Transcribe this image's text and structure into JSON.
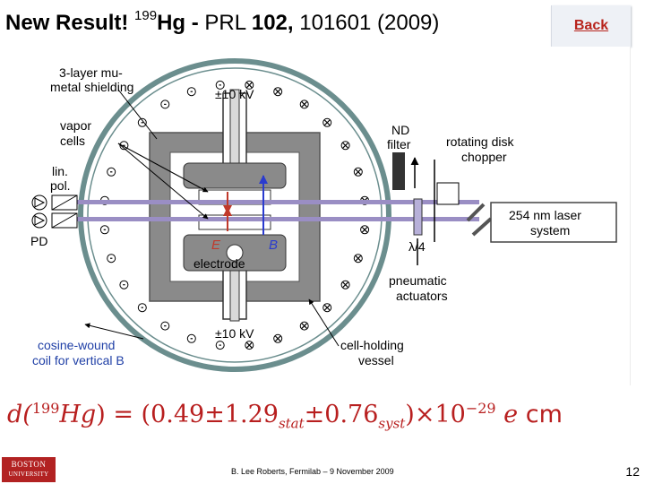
{
  "header": {
    "title_bold_prefix": "New Result! ",
    "isotope_mass": "199",
    "isotope_symbol": "Hg - ",
    "journal_plain": "PRL ",
    "volume": "102,",
    "article": " 101601 (2009)",
    "back_label": "Back"
  },
  "diagram": {
    "labels": {
      "shielding": "3-layer mu-metal shielding",
      "vapor_cells": "vapor cells",
      "lin_pol": "lin. pol.",
      "pd": "PD",
      "hv_top": "±10 kV",
      "hv_bottom": "±10 kV",
      "e_field": "E",
      "b_field": "B",
      "electrode": "electrode",
      "nd_filter": "ND filter",
      "chopper": "rotating disk chopper",
      "laser": "254 nm laser system",
      "quarter_wave": "λ/4",
      "actuators": "pneumatic actuators",
      "coil": "cosine-wound coil for vertical B",
      "vessel": "cell-holding vessel"
    },
    "colors": {
      "beam": "#9a8ec4",
      "shield": "#7a7a7a",
      "vessel": "#6b8e8e",
      "label_blue": "#1f3fa6",
      "arrow_red": "#c0392b",
      "arrow_blue": "#2a3bcf",
      "laser_edge": "#444444"
    }
  },
  "formula": {
    "lhs_open": "d(",
    "mass": "199",
    "symbol": "Hg",
    "equals": ") = (0.49±1.29",
    "stat": "stat",
    "pm": "±0.76",
    "syst": "syst",
    "times": ")×10",
    "exponent": "−29",
    "unit_e": " e",
    "unit_cm": " cm"
  },
  "footer": {
    "logo_line1": "BOSTON",
    "logo_line2": "UNIVERSITY",
    "credit": "B. Lee Roberts, Fermilab – 9 November 2009",
    "page_number": "12"
  }
}
